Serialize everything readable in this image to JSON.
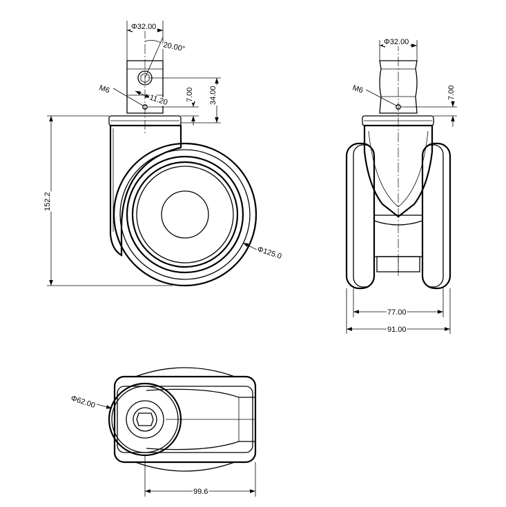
{
  "drawing": {
    "front_view": {
      "stem_diameter": "Φ32.00",
      "hex_angle": "20.00°",
      "thread": "M6",
      "hex_offset": "11.20",
      "hole_to_plate": "7.00",
      "stem_height": "34.00",
      "overall_height": "152.2",
      "wheel_diameter": "Φ125.0"
    },
    "side_view": {
      "stem_diameter": "Φ32.00",
      "thread": "M6",
      "hole_to_plate": "7.00",
      "inner_width": "77.00",
      "overall_width": "91.00"
    },
    "top_view": {
      "top_diameter": "Φ62.00",
      "overall_length": "99.6"
    }
  }
}
